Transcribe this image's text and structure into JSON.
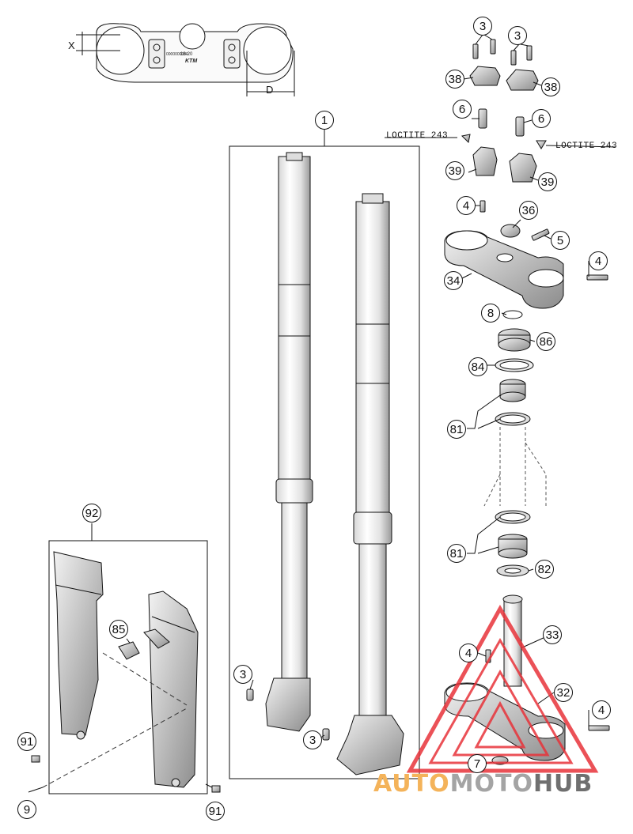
{
  "callouts": {
    "c1": "1",
    "c3a": "3",
    "c3b": "3",
    "c3c": "3",
    "c3d": "3",
    "c38a": "38",
    "c38b": "38",
    "c6a": "6",
    "c6b": "6",
    "c39a": "39",
    "c39b": "39",
    "c4a": "4",
    "c36": "36",
    "c5": "5",
    "c4b": "4",
    "c34": "34",
    "c8": "8",
    "c86": "86",
    "c84": "84",
    "c81a": "81",
    "c81b": "81",
    "c82": "82",
    "c33": "33",
    "c4c": "4",
    "c32": "32",
    "c4d": "4",
    "c7": "7",
    "c92": "92",
    "c85": "85",
    "c91a": "91",
    "c91b": "91",
    "c9": "9"
  },
  "labels": {
    "loctite_left": "LOCTITE 243",
    "loctite_right": "LOCTITE 243",
    "dim_x": "X",
    "dim_d": "D",
    "clamp_stamp_left": "0000000000",
    "clamp_stamp_right": "18-20",
    "clamp_logo": "KTM"
  },
  "watermark": {
    "part1": "AUTO",
    "part2": "MOTO",
    "part3": "HUB"
  },
  "colors": {
    "line": "#111111",
    "watermark_red": "#e8333a",
    "watermark_orange": "#f4b35a",
    "watermark_gray": "#6f6f6f"
  }
}
